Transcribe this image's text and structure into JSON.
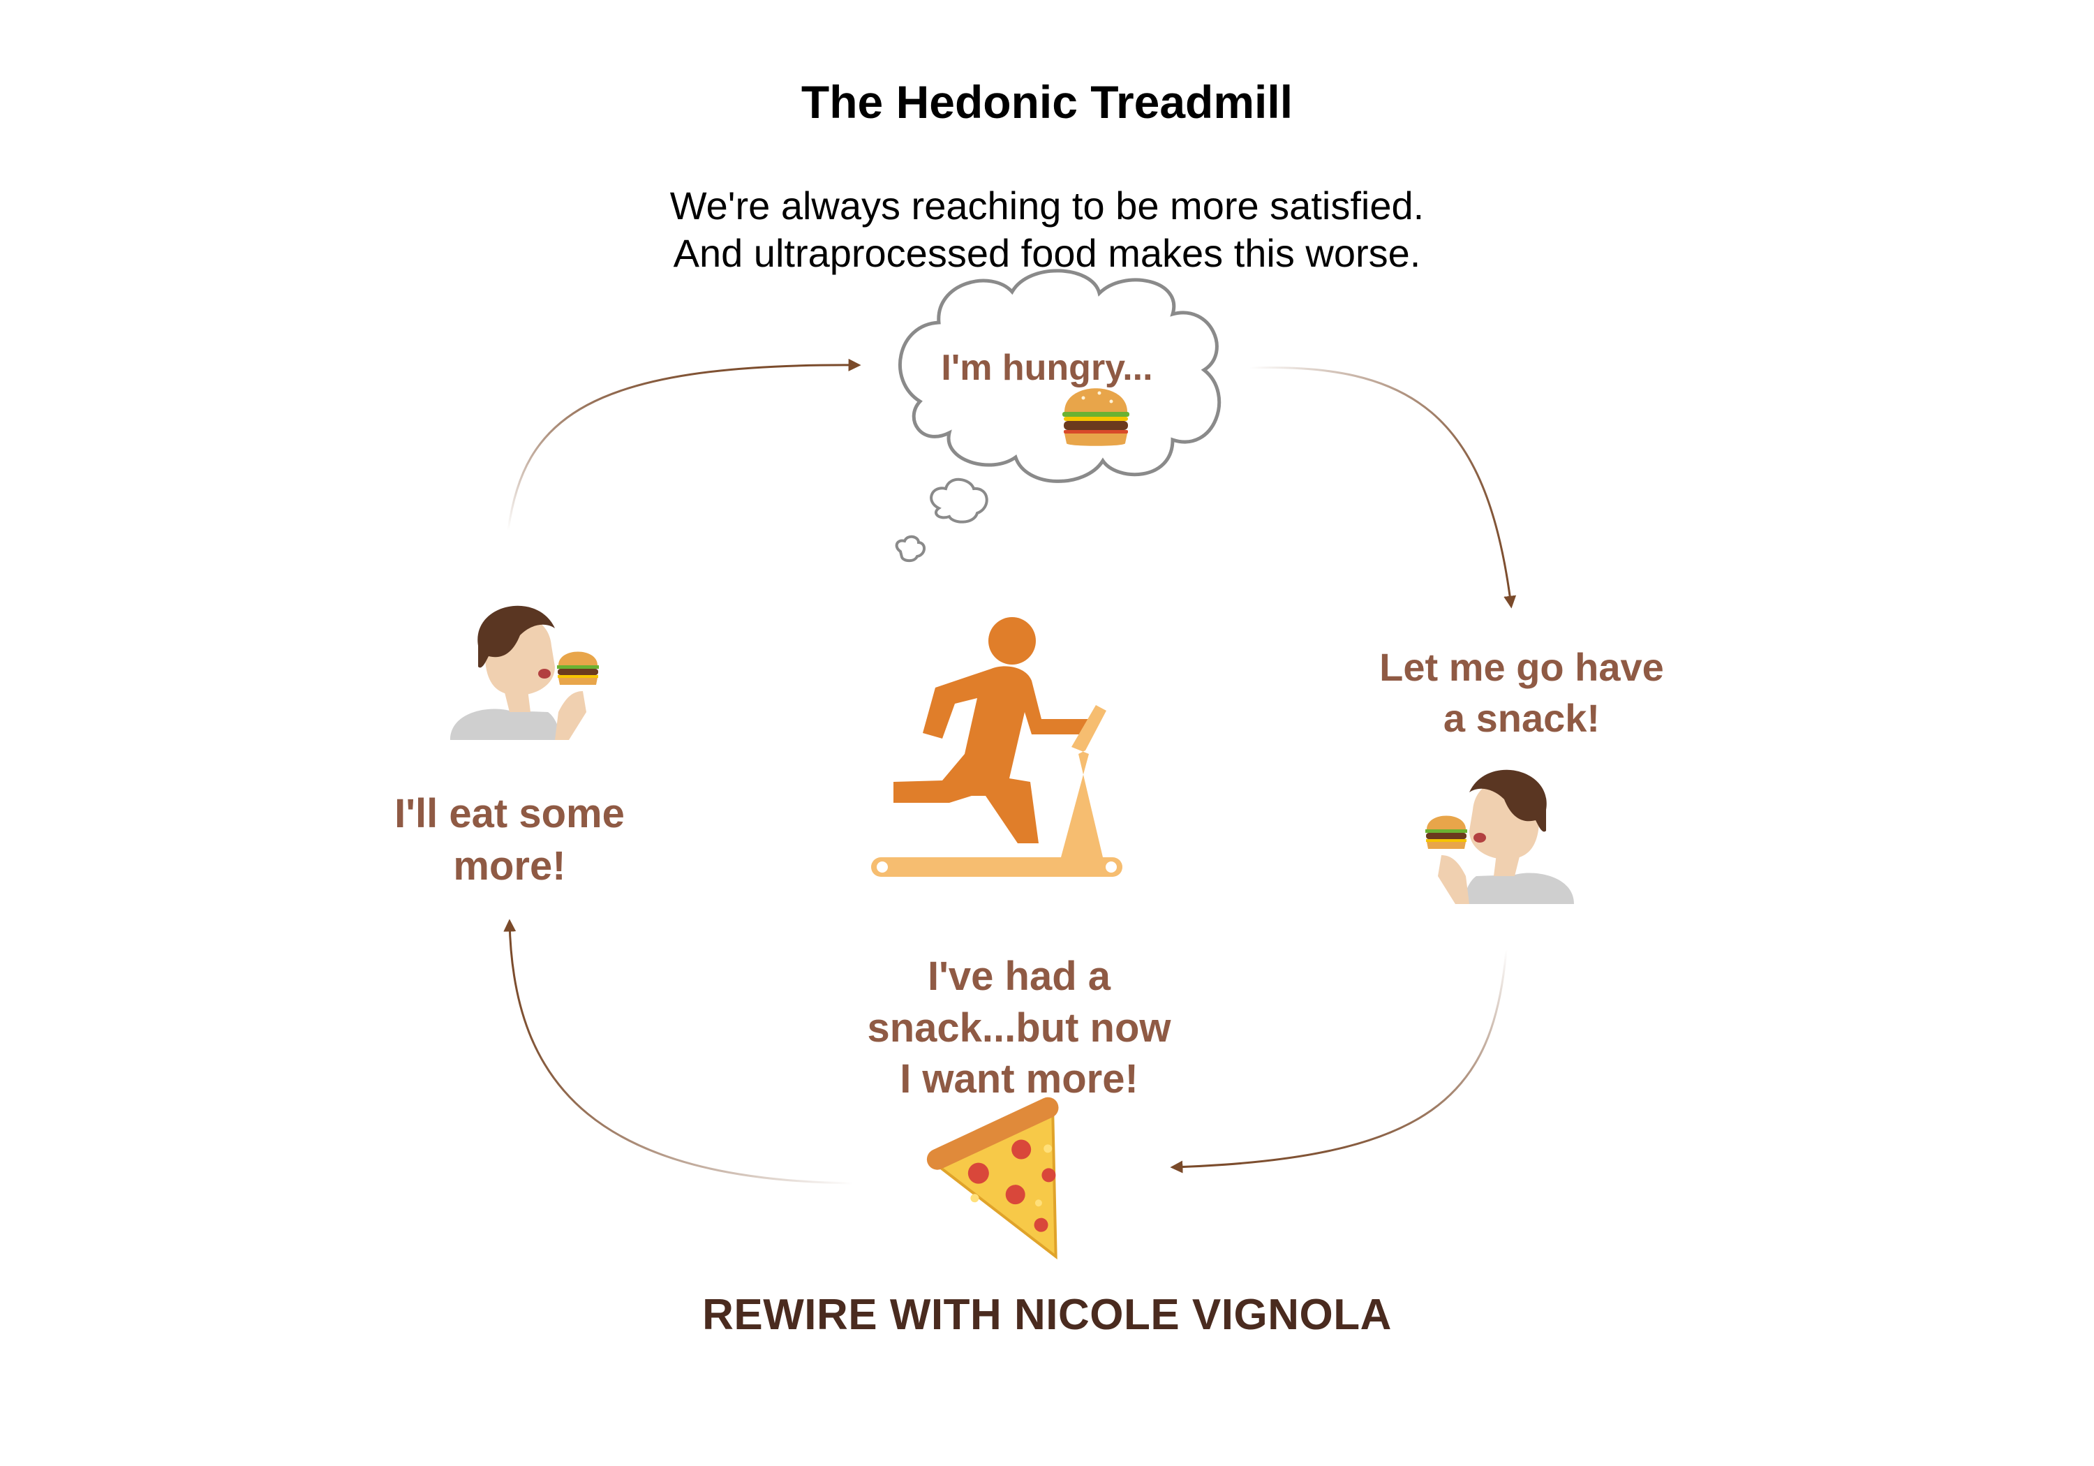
{
  "title": "The Hedonic Treadmill",
  "subtitle": {
    "line1": "We're always reaching to be more satisfied.",
    "line2": "And ultraprocessed food makes this worse."
  },
  "cycle": {
    "top": "I'm hungry...",
    "right_line1": "Let me go have",
    "right_line2": "a snack!",
    "bottom_line1": "I've had a",
    "bottom_line2": "snack...but now",
    "bottom_line3": "I want more!",
    "left_line1": "I'll eat some",
    "left_line2": "more!"
  },
  "footer": "REWIRE WITH NICOLE VIGNOLA",
  "colors": {
    "label": "#8f5a44",
    "arrow": "#7a4a2a",
    "runner": "#e07e2a",
    "treadmill": "#f6bd70",
    "footer": "#4a2b1f"
  },
  "icons": [
    "thought-cloud-icon",
    "burger-icon",
    "runner-icon",
    "treadmill-icon",
    "person-eating-icon",
    "pizza-slice-icon",
    "cycle-arrow-icon"
  ]
}
